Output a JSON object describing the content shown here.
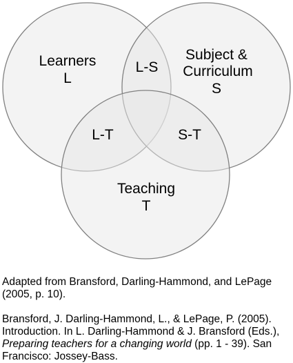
{
  "diagram": {
    "circles": [
      {
        "id": "learners",
        "lines": [
          "Learners",
          "L"
        ]
      },
      {
        "id": "subject",
        "lines": [
          "Subject &",
          "Curriculum",
          "S"
        ]
      },
      {
        "id": "teaching",
        "lines": [
          "Teaching",
          "T"
        ]
      }
    ],
    "overlaps": {
      "ls": "L-S",
      "lt": "L-T",
      "st": "S-T"
    },
    "fill_color": "#e8e8e8",
    "stroke_color": "#808080"
  },
  "caption": {
    "adapted": "Adapted from Bransford, Darling-Hammond, and LePage (2005, p. 10).",
    "reference_before": "Bransford, J. Darling-Hammond, L., & LePage, P. (2005). Introduction. In L. Darling-Hammond & J. Bransford (Eds.), ",
    "reference_title": "Preparing teachers for a changing world",
    "reference_after": " (pp. 1 - 39). San Francisco: Jossey-Bass."
  }
}
